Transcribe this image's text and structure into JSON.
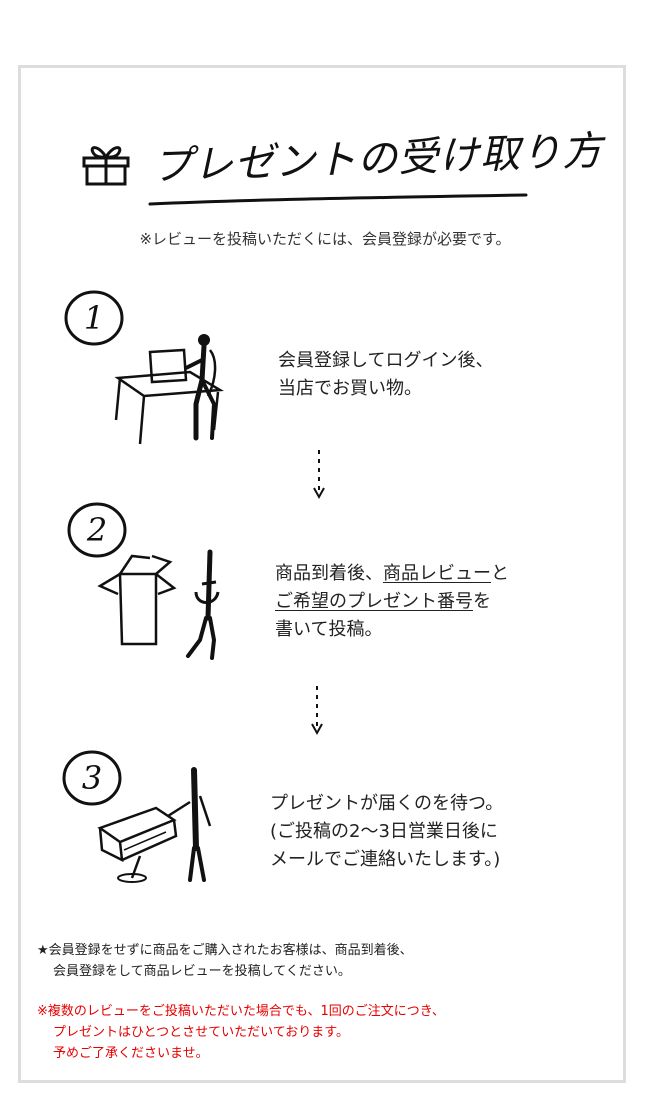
{
  "title": "プレゼントの受け取り方",
  "note_top": "※レビューを投稿いただくには、会員登録が必要です。",
  "steps": [
    {
      "num": "1",
      "line1": "会員登録してログイン後、",
      "line2": "当店でお買い物。"
    },
    {
      "num": "2",
      "line1_a": "商品到着後、",
      "line1_b": "商品レビュー",
      "line1_c": "と",
      "line2_a": "ご希望のプレゼント番号",
      "line2_b": "を",
      "line3": "書いて投稿。"
    },
    {
      "num": "3",
      "line1": "プレゼントが届くのを待つ。",
      "line2": "(ご投稿の2〜3日営業日後に",
      "line3": "メールでご連絡いたします。)"
    }
  ],
  "footer_black": {
    "line1": "★会員登録をせずに商品をご購入されたお客様は、商品到着後、",
    "line2": "会員登録をして商品レビューを投稿してください。"
  },
  "footer_red": {
    "line1": "※複数のレビューをご投稿いただいた場合でも、1回のご注文につき、",
    "line2": "プレゼントはひとつとさせていただいております。",
    "line3": "予めご了承くださいませ。"
  },
  "colors": {
    "frame": "#dddddd",
    "text": "#222222",
    "red": "#e60000"
  }
}
